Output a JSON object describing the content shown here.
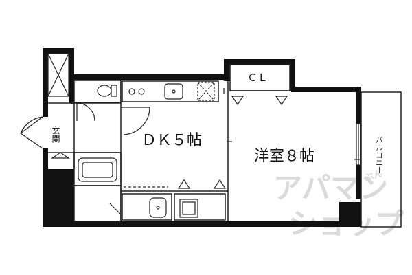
{
  "rooms": {
    "dk": "ＤＫ５帖",
    "western": "洋室８帖",
    "closet": "ＣＬ",
    "entrance": "玄関",
    "balcony": "バルコニー"
  },
  "watermark": {
    "line1": "アパマン",
    "line2": "ショップ",
    "small": "ぶん"
  },
  "colors": {
    "wall": "#111111",
    "line": "#222222",
    "watermark": "#d6d6d6"
  }
}
